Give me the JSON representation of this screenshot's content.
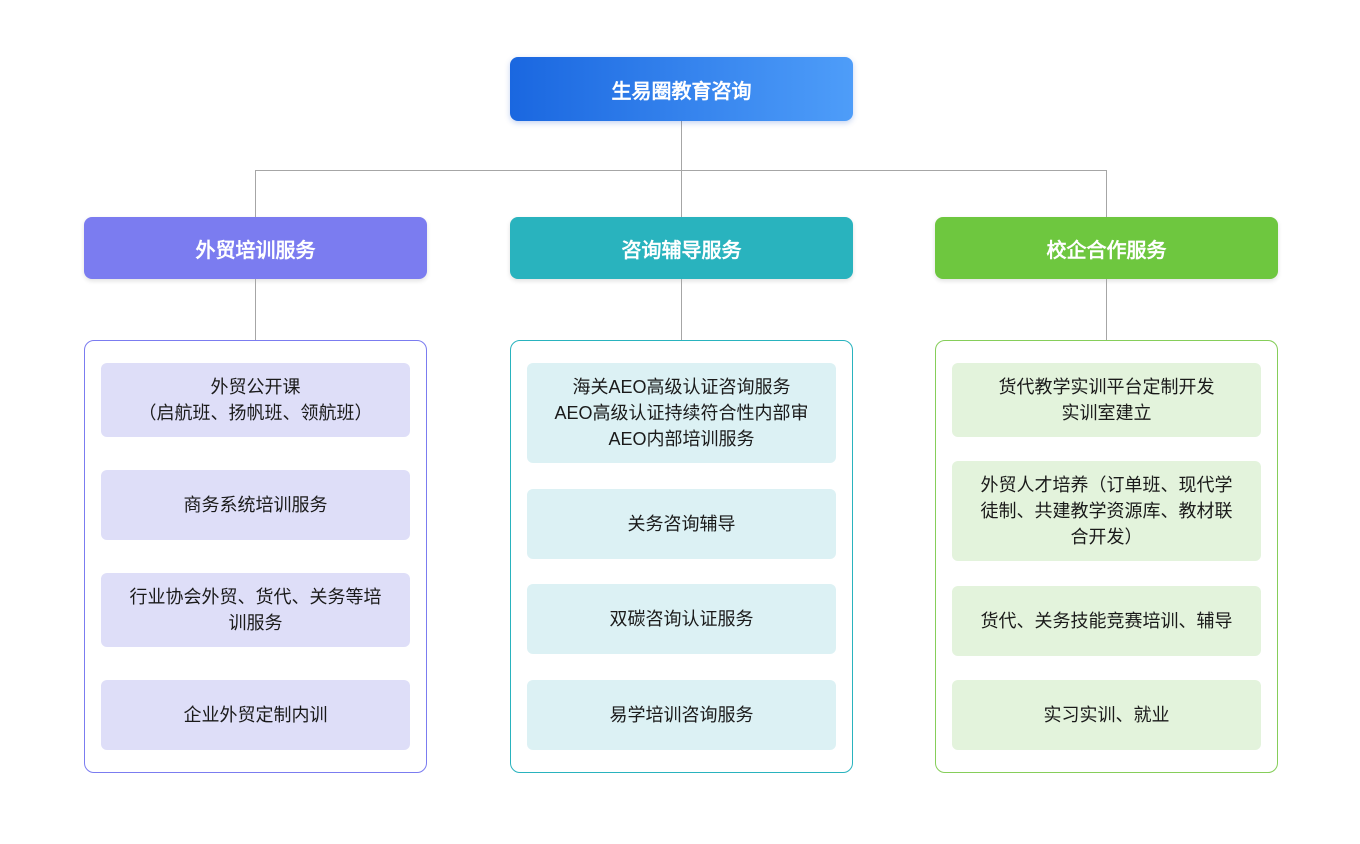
{
  "root": {
    "label": "生易圈教育咨询",
    "gradient": [
      "#1a67e0",
      "#4e9df9"
    ],
    "text_color": "#ffffff"
  },
  "connector_color": "#a6a6a6",
  "branches": [
    {
      "label": "外贸培训服务",
      "header_color": "#7b7cf0",
      "border_color": "#7b7cf0",
      "item_bg": "#dedef8",
      "items": [
        "外贸公开课\n（启航班、扬帆班、领航班）",
        "商务系统培训服务",
        "行业协会外贸、货代、关务等培训服务",
        "企业外贸定制内训"
      ]
    },
    {
      "label": "咨询辅导服务",
      "header_color": "#29b3be",
      "border_color": "#29b3be",
      "item_bg": "#dcf1f4",
      "items": [
        "海关AEO高级认证咨询服务\nAEO高级认证持续符合性内部审\nAEO内部培训服务",
        "关务咨询辅导",
        "双碳咨询认证服务",
        "易学培训咨询服务"
      ]
    },
    {
      "label": "校企合作服务",
      "header_color": "#6ec73f",
      "border_color": "#86ce5a",
      "item_bg": "#e3f3dc",
      "items": [
        "货代教学实训平台定制开发\n实训室建立",
        "外贸人才培养（订单班、现代学徒制、共建教学资源库、教材联合开发）",
        "货代、关务技能竞赛培训、辅导",
        "实习实训、就业"
      ]
    }
  ]
}
